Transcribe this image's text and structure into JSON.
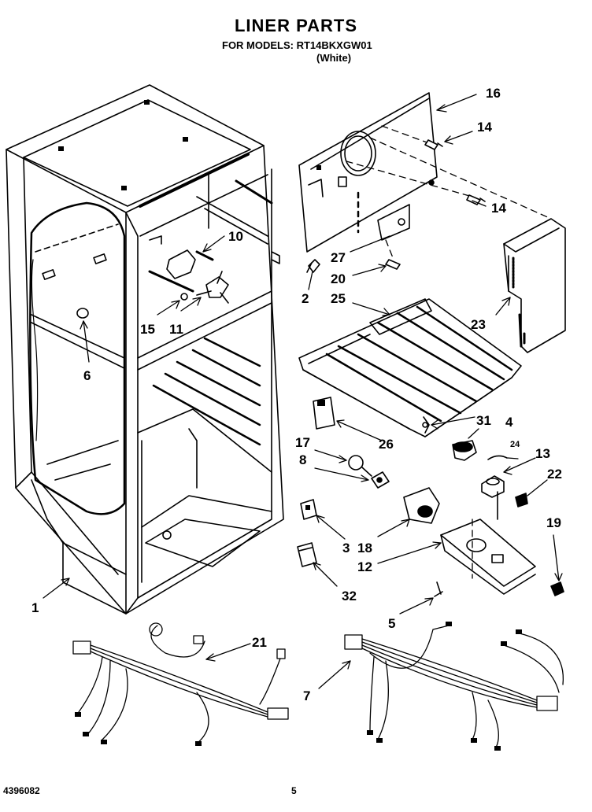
{
  "header": {
    "title": "LINER PARTS",
    "models_line": "FOR MODELS: RT14BKXGW01",
    "color_line": "(White)"
  },
  "footer": {
    "doc_number": "4396082",
    "page_number": "5"
  },
  "callouts": {
    "c1": "1",
    "c2": "2",
    "c3": "3",
    "c4": "4",
    "c5": "5",
    "c6": "6",
    "c7": "7",
    "c8": "8",
    "c10": "10",
    "c11": "11",
    "c12": "12",
    "c13": "13",
    "c14a": "14",
    "c14b": "14",
    "c15": "15",
    "c16": "16",
    "c17": "17",
    "c18": "18",
    "c19": "19",
    "c20": "20",
    "c21": "21",
    "c22": "22",
    "c23": "23",
    "c24": "24",
    "c25": "25",
    "c26": "26",
    "c27": "27",
    "c31": "31",
    "c32": "32"
  }
}
